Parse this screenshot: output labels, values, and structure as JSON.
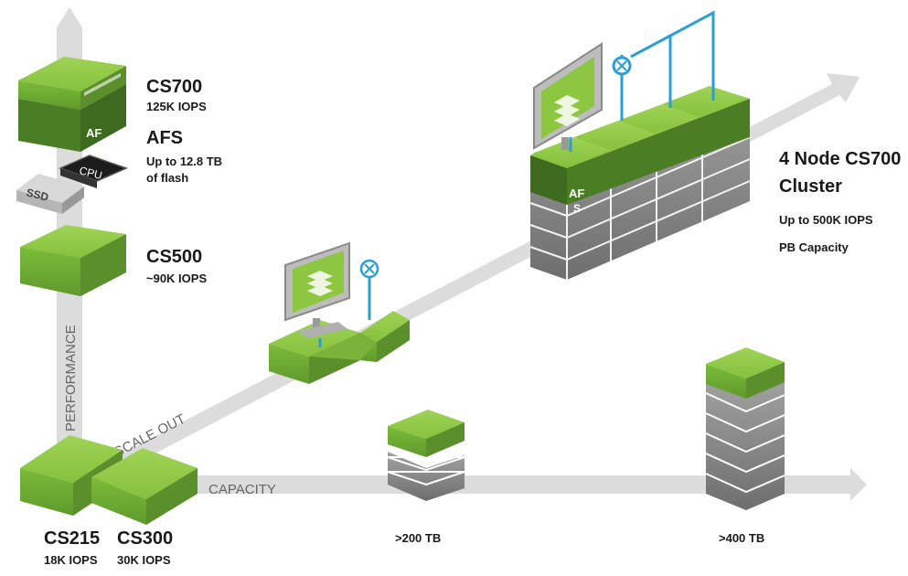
{
  "axes": {
    "performance": "PERFORMANCE",
    "scale_out": "SCALE OUT",
    "capacity": "CAPACITY"
  },
  "models": {
    "cs700": {
      "name": "CS700",
      "iops": "125K IOPS"
    },
    "afs": {
      "name": "AFS",
      "line1": "Up to 12.8 TB",
      "line2": "of flash"
    },
    "cs500": {
      "name": "CS500",
      "iops": "~90K IOPS"
    },
    "cs215": {
      "name": "CS215",
      "iops": "18K IOPS"
    },
    "cs300": {
      "name": "CS300",
      "iops": "30K IOPS"
    }
  },
  "capacity_points": {
    "tb200": ">200 TB",
    "tb400": ">400 TB"
  },
  "cluster": {
    "line1": "4 Node CS700",
    "line2": "Cluster",
    "iops": "Up to 500K IOPS",
    "capacity": "PB Capacity"
  },
  "components": {
    "ssd": "SSD",
    "cpu": "CPU",
    "af": "AF",
    "s": "S"
  },
  "colors": {
    "green_top": "#8dc641",
    "green_front": "#6fa834",
    "green_dark": "#3f6b21",
    "gray": "#8a8a8a",
    "arrow": "#d9d9d9",
    "link": "#2a9fd6"
  }
}
